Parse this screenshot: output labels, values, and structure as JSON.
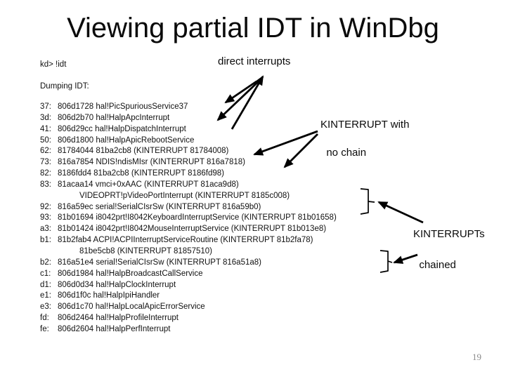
{
  "slide": {
    "title": "Viewing partial IDT in WinDbg",
    "prompt": "kd> !idt",
    "dumping_header": "Dumping IDT:",
    "page_number": "19"
  },
  "annotations": {
    "direct_interrupts": "direct interrupts",
    "no_chain_line1": "KINTERRUPT with",
    "no_chain_line2": "no chain",
    "chained_line1": "KINTERRUPTs",
    "chained_line2": "chained"
  },
  "idt": {
    "entries": [
      {
        "vector": "37:",
        "text": "806d1728 hal!PicSpuriousService37",
        "continuation": false
      },
      {
        "vector": "3d:",
        "text": "806d2b70 hal!HalpApcInterrupt",
        "continuation": false
      },
      {
        "vector": "41:",
        "text": "806d29cc hal!HalpDispatchInterrupt",
        "continuation": false
      },
      {
        "vector": "50:",
        "text": "806d1800 hal!HalpApicRebootService",
        "continuation": false
      },
      {
        "vector": "62:",
        "text": "81784044 81ba2cb8 (KINTERRUPT 81784008)",
        "continuation": false
      },
      {
        "vector": "73:",
        "text": "816a7854 NDIS!ndisMIsr (KINTERRUPT 816a7818)",
        "continuation": false
      },
      {
        "vector": "82:",
        "text": "8186fdd4 81ba2cb8 (KINTERRUPT 8186fd98)",
        "continuation": false
      },
      {
        "vector": "83:",
        "text": "81acaa14 vmci+0xAAC (KINTERRUPT 81aca9d8)",
        "continuation": false
      },
      {
        "vector": "",
        "text": "VIDEOPRT!pVideoPortInterrupt (KINTERRUPT 8185c008)",
        "continuation": true
      },
      {
        "vector": "92:",
        "text": "816a59ec serial!SerialCIsrSw (KINTERRUPT 816a59b0)",
        "continuation": false
      },
      {
        "vector": "93:",
        "text": "81b01694 i8042prt!I8042KeyboardInterruptService (KINTERRUPT 81b01658)",
        "continuation": false
      },
      {
        "vector": "a3:",
        "text": "81b01424 i8042prt!I8042MouseInterruptService (KINTERRUPT 81b013e8)",
        "continuation": false
      },
      {
        "vector": "b1:",
        "text": "81b2fab4 ACPI!ACPIInterruptServiceRoutine (KINTERRUPT 81b2fa78)",
        "continuation": false
      },
      {
        "vector": "",
        "text": "81be5cb8 (KINTERRUPT 81857510)",
        "continuation": true
      },
      {
        "vector": "b2:",
        "text": "816a51e4 serial!SerialCIsrSw (KINTERRUPT 816a51a8)",
        "continuation": false
      },
      {
        "vector": "c1:",
        "text": "806d1984 hal!HalpBroadcastCallService",
        "continuation": false
      },
      {
        "vector": "d1:",
        "text": "806d0d34 hal!HalpClockInterrupt",
        "continuation": false
      },
      {
        "vector": "e1:",
        "text": "806d1f0c hal!HalpIpiHandler",
        "continuation": false
      },
      {
        "vector": "e3:",
        "text": "806d1c70 hal!HalpLocalApicErrorService",
        "continuation": false
      },
      {
        "vector": "fd:",
        "text": "806d2464 hal!HalpProfileInterrupt",
        "continuation": false
      },
      {
        "vector": "fe:",
        "text": "806d2604 hal!HalpPerfInterrupt",
        "continuation": false
      }
    ]
  },
  "colors": {
    "ink": "#000000",
    "page_number_gray": "#8a8a8a"
  }
}
